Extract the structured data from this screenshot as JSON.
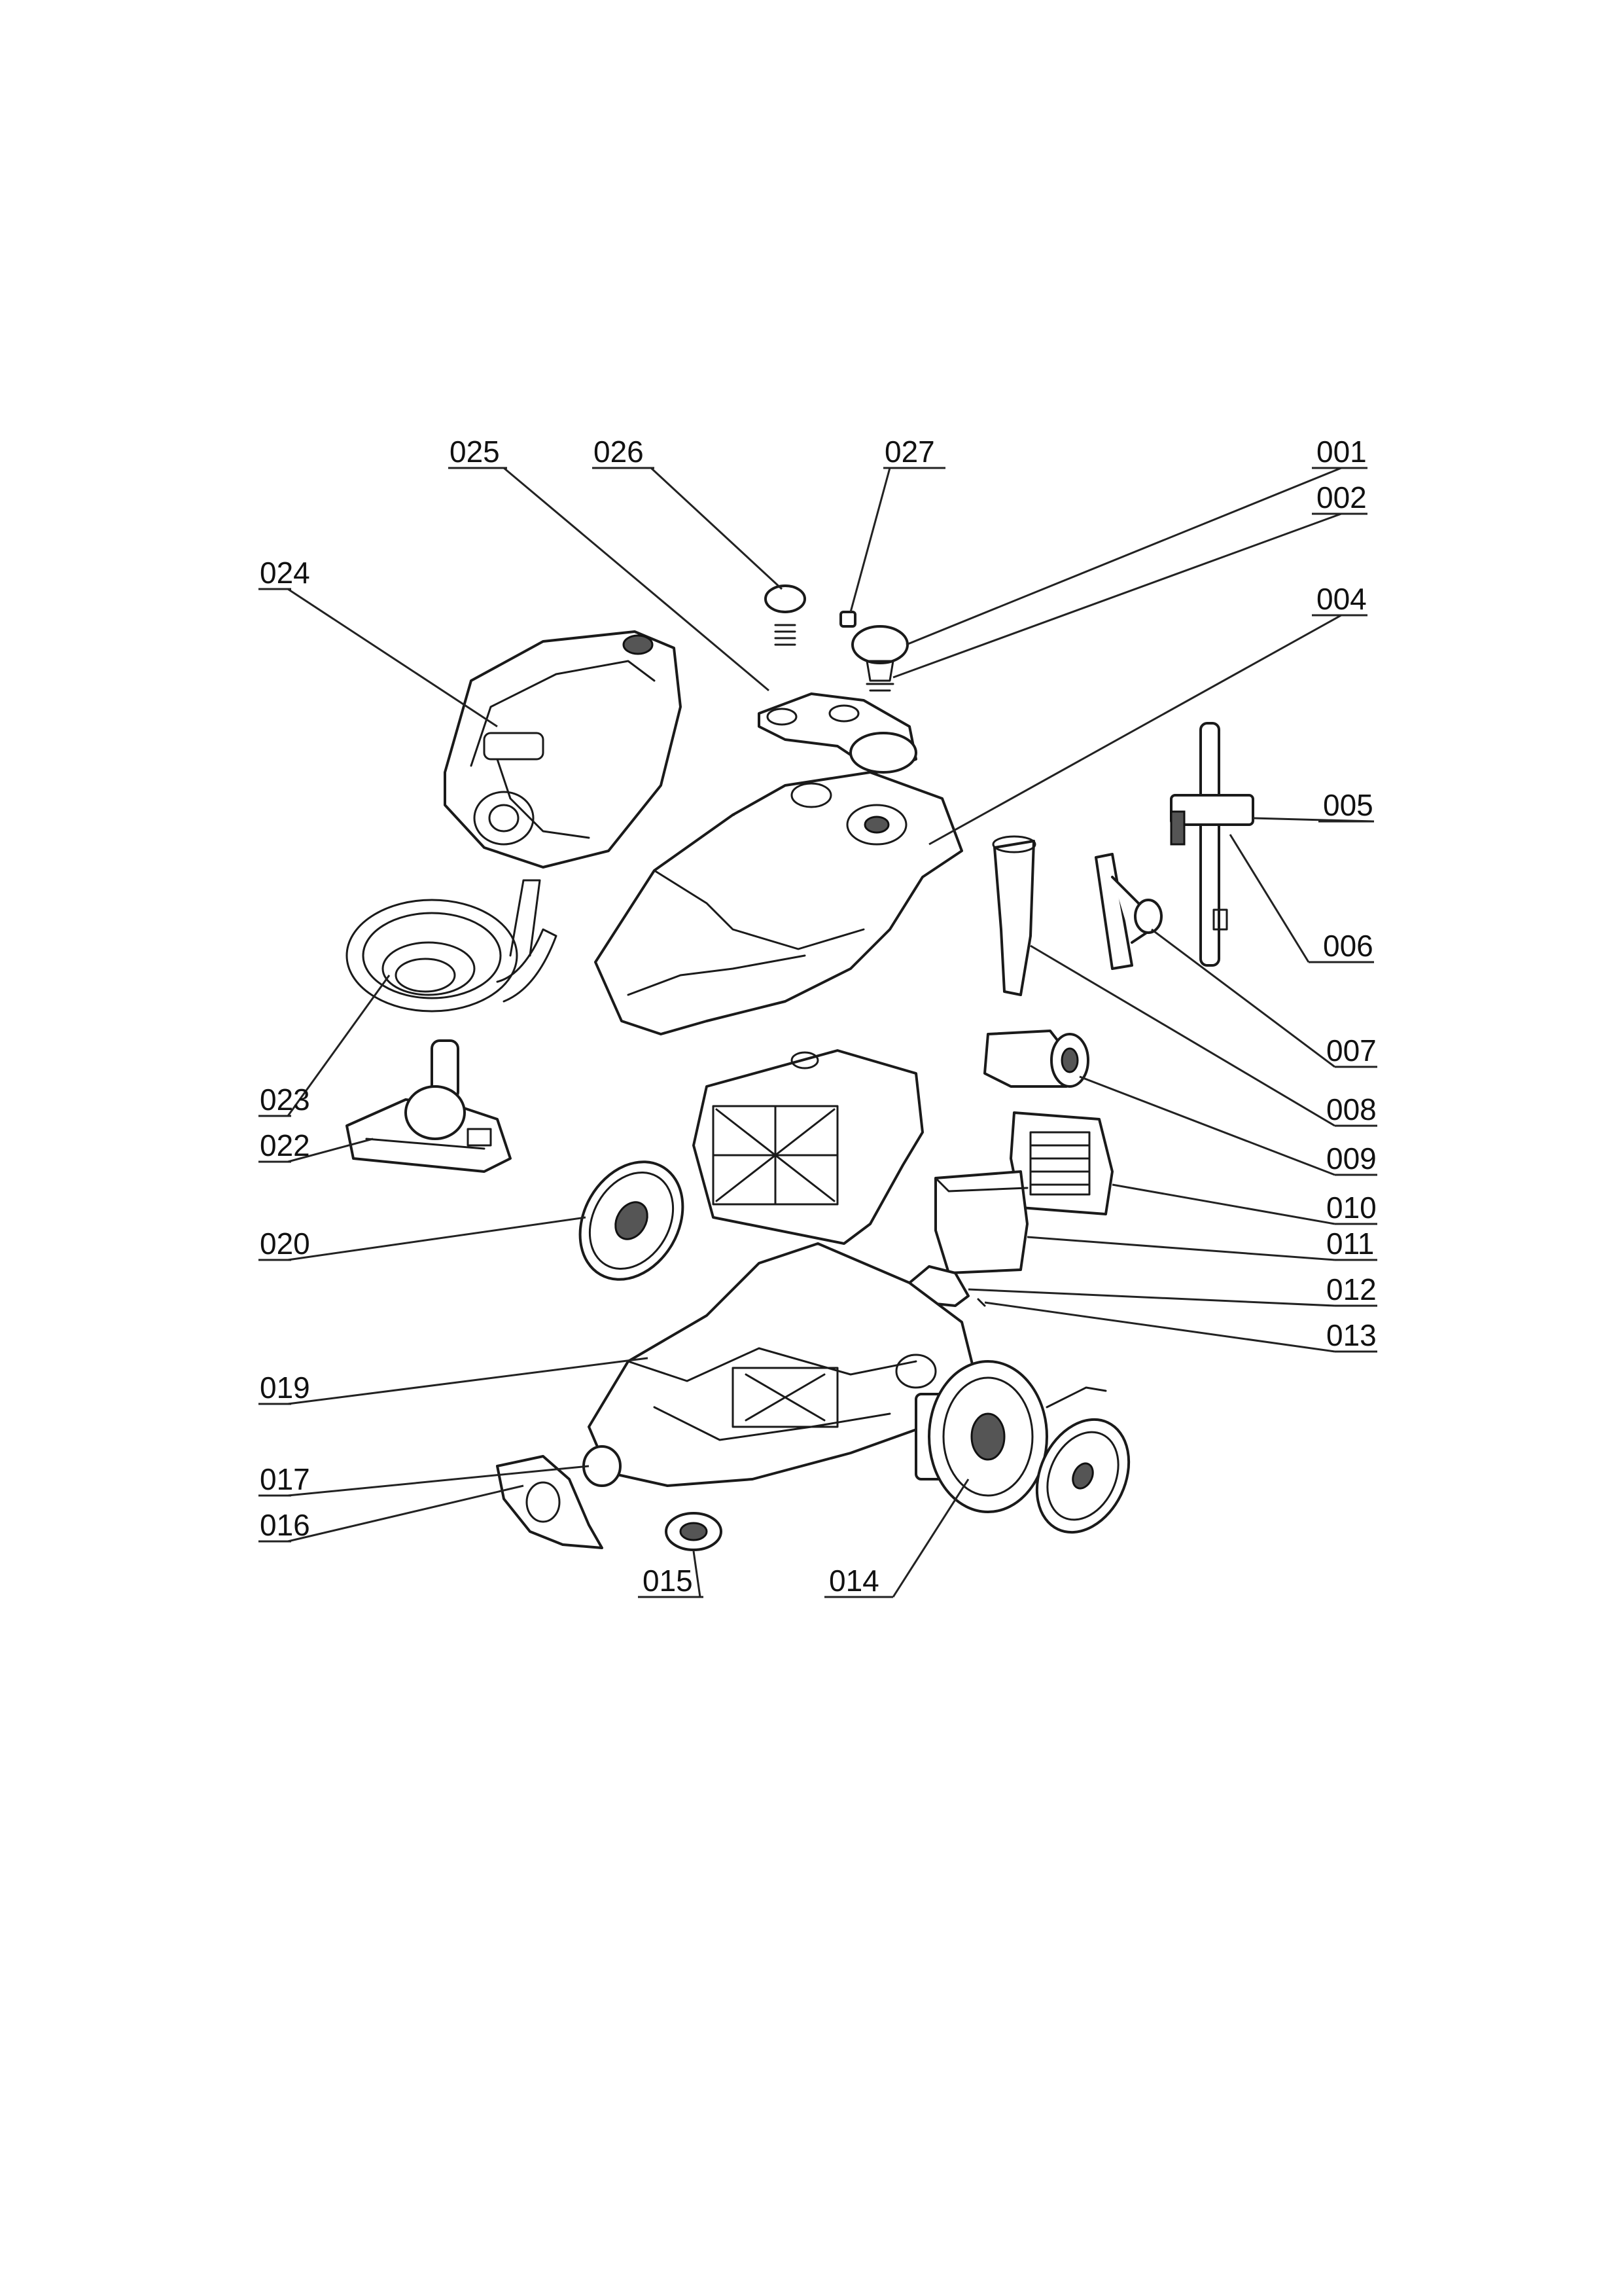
{
  "labels": {
    "l001": "001",
    "l002": "002",
    "l004": "004",
    "l005": "005",
    "l006": "006",
    "l007": "007",
    "l008": "008",
    "l009": "009",
    "l010": "010",
    "l011": "011",
    "l012": "012",
    "l013": "013",
    "l014": "014",
    "l015": "015",
    "l016": "016",
    "l017": "017",
    "l019": "019",
    "l020": "020",
    "l022": "022",
    "l023": "023",
    "l024": "024",
    "l025": "025",
    "l026": "026",
    "l027": "027"
  }
}
